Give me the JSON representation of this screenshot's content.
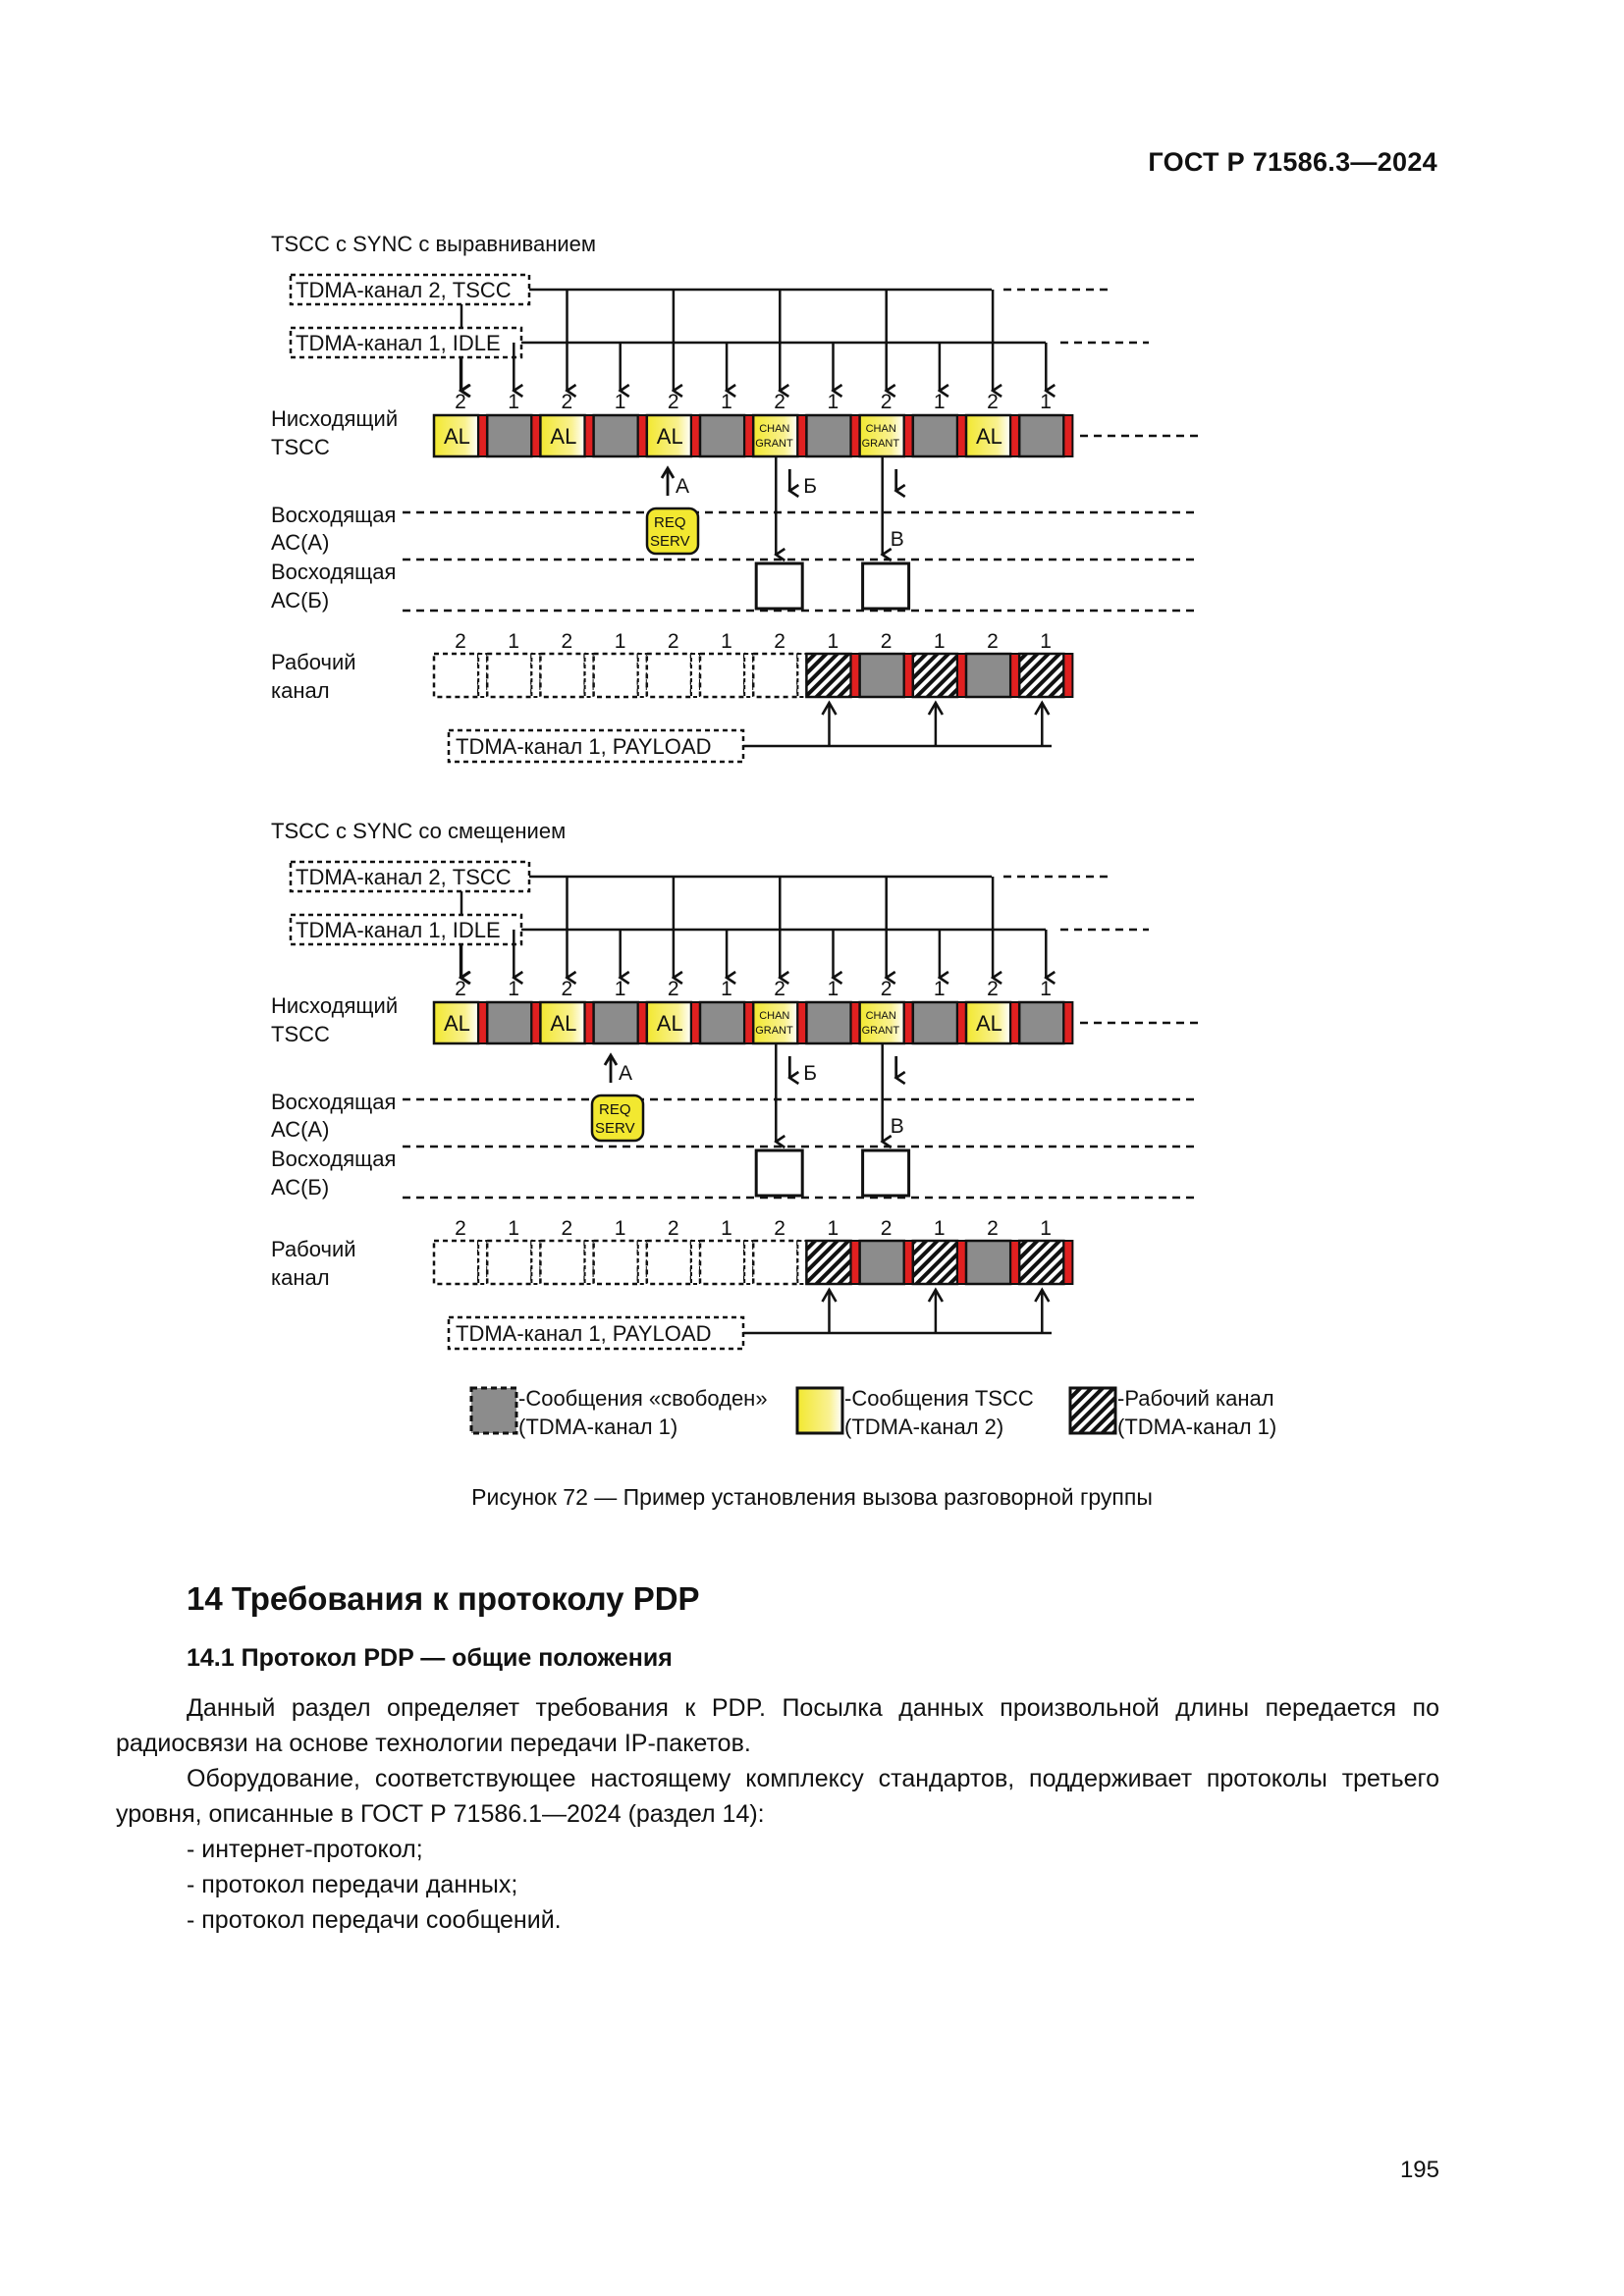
{
  "header": {
    "doc_id": "ГОСТ Р 71586.3—2024"
  },
  "figure": {
    "diagram1": {
      "title": "TSCC с SYNC с выравниванием",
      "ch2_label": "TDMA-канал 2, TSCC",
      "ch1_label": "TDMA-канал 1, IDLE",
      "down_label_1": "Нисходящий",
      "down_label_2": "TSCC",
      "upA_label_1": "Восходящая",
      "upA_label_2": "АС(А)",
      "upB_label_1": "Восходящая",
      "upB_label_2": "АС(Б)",
      "work_label_1": "Рабочий",
      "work_label_2": "канал",
      "payload_label": "TDMA-канал 1, PAYLOAD",
      "marker_a": "А",
      "marker_b": "Б",
      "marker_v": "В"
    },
    "diagram2": {
      "title": "TSCC с SYNC со смещением",
      "ch2_label": "TDMA-канал 2, TSCC",
      "ch1_label": "TDMA-канал 1, IDLE",
      "down_label_1": "Нисходящий",
      "down_label_2": "TSCC",
      "upA_label_1": "Восходящая",
      "upA_label_2": "АС(А)",
      "upB_label_1": "Восходящая",
      "upB_label_2": "АС(Б)",
      "work_label_1": "Рабочий",
      "work_label_2": "канал",
      "payload_label": "TDMA-канал 1, PAYLOAD",
      "marker_a": "А",
      "marker_b": "Б",
      "marker_v": "В"
    },
    "slot_numbers": [
      "2",
      "1",
      "2",
      "1",
      "2",
      "1",
      "2",
      "1",
      "2",
      "1",
      "2",
      "1"
    ],
    "tscc_slots": [
      "AL",
      "AL",
      "AL",
      "CHAN GRANT",
      "CHAN GRANT",
      "AL"
    ],
    "al_text": "AL",
    "chan_text_1": "CHAN",
    "chan_text_2": "GRANT",
    "req_text_1": "REQ",
    "req_text_2": "SERV",
    "legend": {
      "idle_line1": "-Сообщения «свободен»",
      "idle_line2": "(TDMA-канал 1)",
      "tscc_line1": "-Сообщения TSCC",
      "tscc_line2": "(TDMA-канал 2)",
      "work_line1": "-Рабочий канал",
      "work_line2": "(TDMA-канал 1)"
    },
    "colors": {
      "idle_gray": "#8c8c8c",
      "tscc_yellow": "#f2e830",
      "red_marker": "#e02020"
    }
  },
  "caption": "Рисунок 72 — Пример установления вызова разговорной группы",
  "section_title": "14 Требования к протоколу PDP",
  "subsection_title": "14.1 Протокол PDP — общие положения",
  "paragraphs": [
    "Данный раздел определяет требования к PDP. Посылка данных произвольной длины передается по радиосвязи на основе технологии передачи IP-пакетов.",
    "Оборудование, соответствующее настоящему комплексу стандартов, поддерживает протоколы третьего уровня, описанные в ГОСТ Р 71586.1—2024 (раздел 14):"
  ],
  "list_items": [
    "-  интернет-протокол;",
    "-  протокол передачи данных;",
    "-  протокол передачи сообщений."
  ],
  "page_number": "195"
}
